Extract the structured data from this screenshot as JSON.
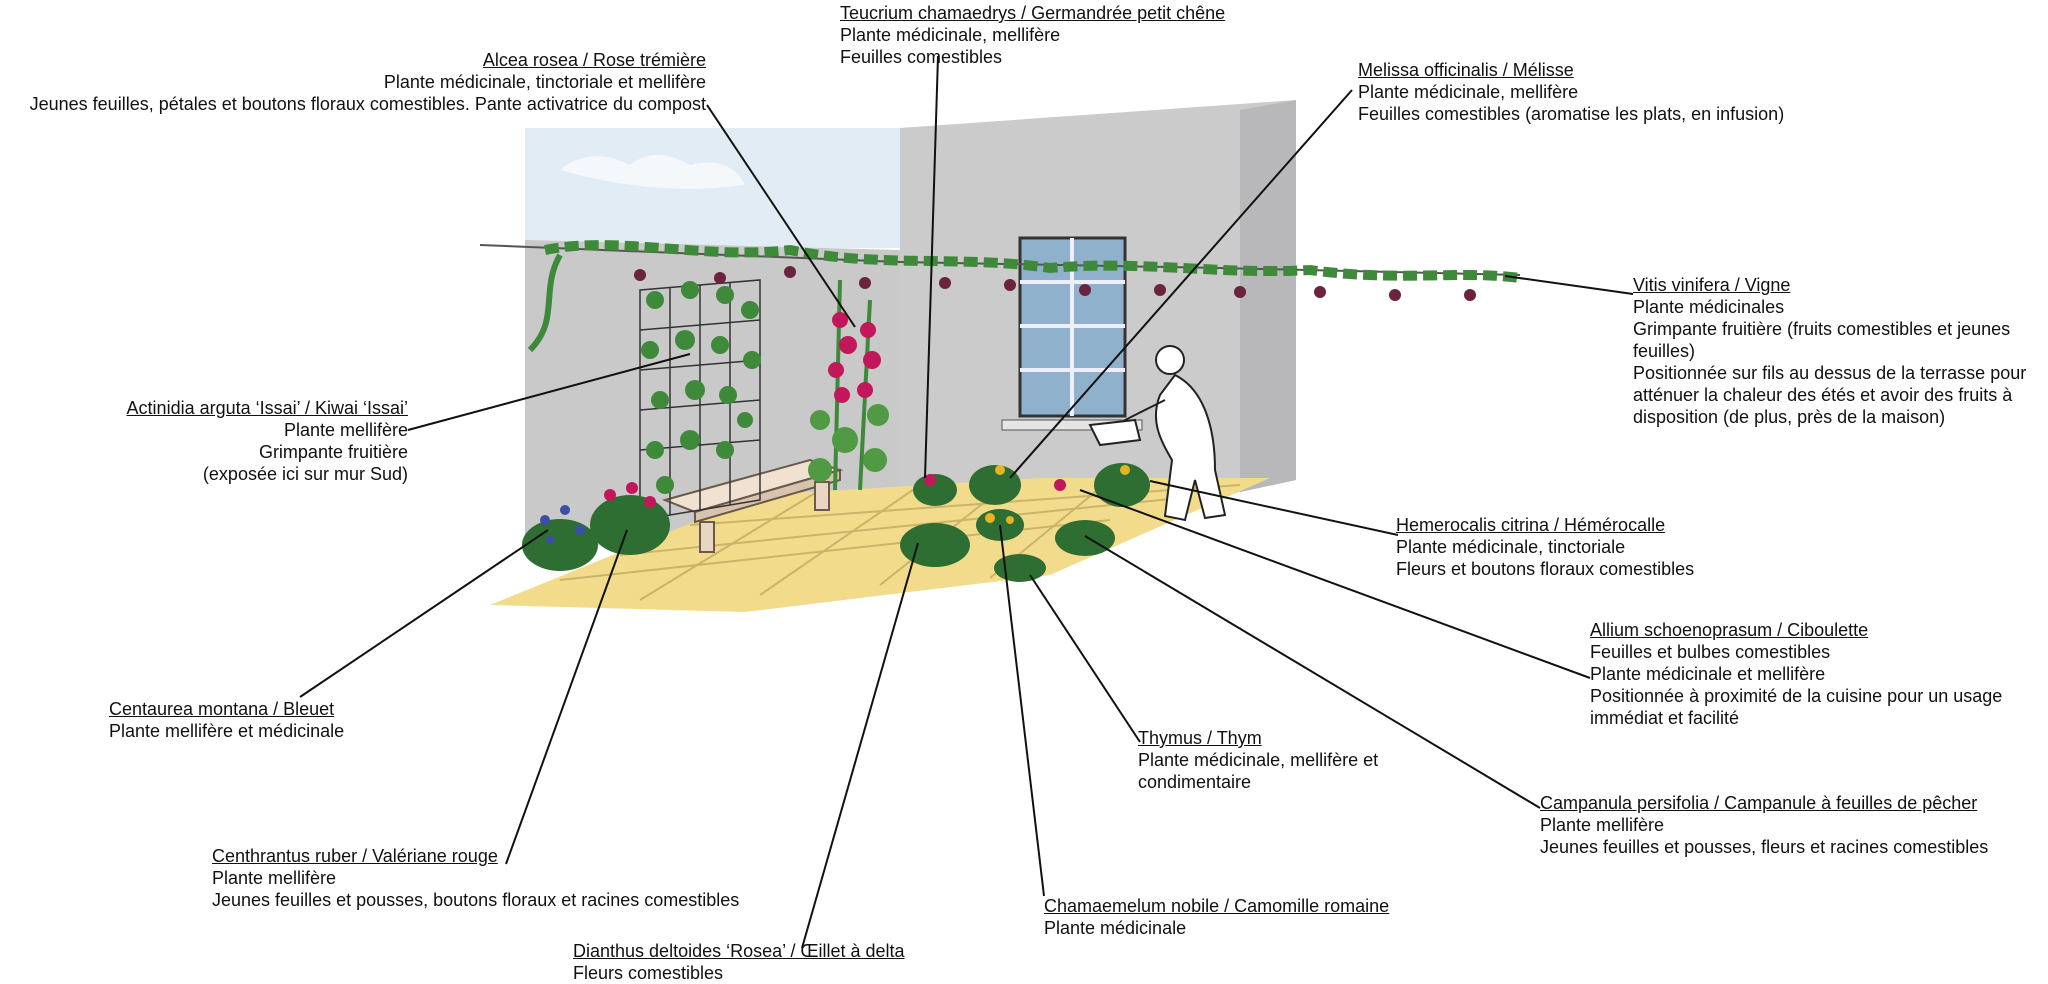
{
  "labels": [
    {
      "id": "teucrium",
      "title": "Teucrium chamaedrys / Germandrée petit chêne",
      "lines": [
        "Plante médicinale, mellifère",
        "Feuilles comestibles"
      ]
    },
    {
      "id": "alcea",
      "title": "Alcea rosea / Rose trémière",
      "lines": [
        "Plante médicinale, tinctoriale et mellifère",
        "Jeunes feuilles, pétales et boutons floraux comestibles. Pante activatrice du compost"
      ]
    },
    {
      "id": "melissa",
      "title": "Melissa officinalis / Mélisse",
      "lines": [
        "Plante médicinale, mellifère",
        "Feuilles comestibles (aromatise les plats, en infusion)"
      ]
    },
    {
      "id": "vitis",
      "title": "Vitis vinifera / Vigne",
      "lines": [
        "Plante médicinales",
        "Grimpante fruitière (fruits comestibles et jeunes",
        "feuilles)",
        "Positionnée sur fils au dessus de la terrasse pour",
        "atténuer la chaleur des étés et avoir des fruits à",
        "disposition (de plus, près de la maison)"
      ]
    },
    {
      "id": "actinidia",
      "title": "Actinidia arguta ‘Issai’ / Kiwai ‘Issai’",
      "lines": [
        "Plante mellifère",
        "Grimpante fruitière",
        "(exposée ici sur mur Sud)"
      ]
    },
    {
      "id": "hemerocalis",
      "title": "Hemerocalis citrina / Hémérocalle",
      "lines": [
        "Plante médicinale, tinctoriale",
        "Fleurs et boutons floraux comestibles"
      ]
    },
    {
      "id": "allium",
      "title": "Allium schoenoprasum / Ciboulette",
      "lines": [
        "Feuilles et bulbes comestibles",
        "Plante médicinale et mellifère",
        "Positionnée à proximité de la cuisine pour un usage",
        "immédiat et facilité"
      ]
    },
    {
      "id": "centaurea",
      "title": "Centaurea montana / Bleuet",
      "lines": [
        "Plante mellifère et médicinale"
      ]
    },
    {
      "id": "thymus",
      "title": "Thymus / Thym",
      "lines": [
        "Plante médicinale, mellifère et",
        "condimentaire"
      ]
    },
    {
      "id": "campanula",
      "title": "Campanula persifolia / Campanule à feuilles de pêcher",
      "lines": [
        "Plante mellifère",
        "Jeunes feuilles et pousses, fleurs et racines comestibles"
      ]
    },
    {
      "id": "centhrantus",
      "title": "Centhrantus ruber / Valériane rouge",
      "lines": [
        "Plante mellifère",
        "Jeunes feuilles et pousses, boutons floraux et racines comestibles"
      ]
    },
    {
      "id": "chamaemelum",
      "title": "Chamaemelum nobile / Camomille romaine",
      "lines": [
        "Plante médicinale"
      ]
    },
    {
      "id": "dianthus",
      "title": "Dianthus deltoides ‘Rosea’ / Œillet à delta",
      "lines": [
        "Fleurs comestibles"
      ]
    }
  ],
  "colors": {
    "wall": "#c9c9ca",
    "wall_dark": "#b7b7b9",
    "sky": "#dfe9f3",
    "terrace": "#f2dc8c",
    "terrace_line": "#c9b46a",
    "foliage": "#3f8a3a",
    "foliage_light": "#7cbf52",
    "grape": "#6b2340",
    "flower_red": "#c2185b",
    "flower_blue": "#3b4fa8",
    "flower_yellow": "#e6b422",
    "bench": "#e8d6c2"
  }
}
